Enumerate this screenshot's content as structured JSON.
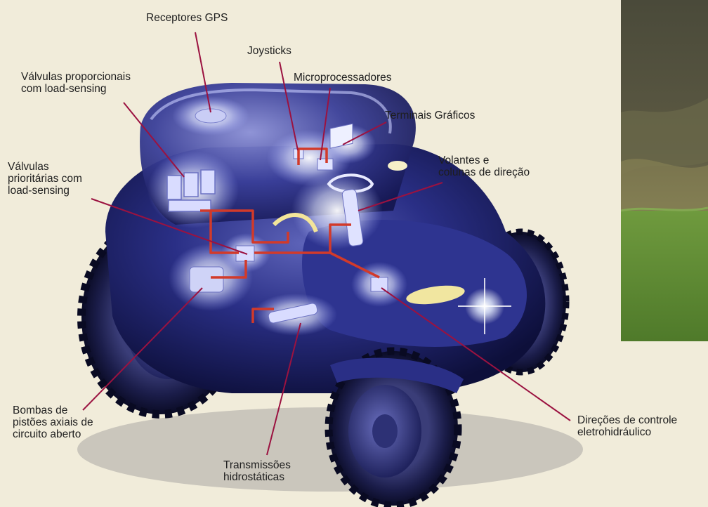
{
  "colors": {
    "background": "#f1ecda",
    "leader_line": "#9b1240",
    "tractor_body": "#1f2470",
    "hydraulic_lines": "#d23a2a",
    "glow": "#e8ecff"
  },
  "labels": {
    "gps": "Receptores GPS",
    "joysticks": "Joysticks",
    "proportional_valves": "Válvulas proporcionais\ncom load-sensing",
    "microprocessors": "Microprocessadores",
    "graphic_terminals": "Terminais Gráficos",
    "priority_valves": "Válvulas\nprioritárias com\nload-sensing",
    "steering_wheels": "Volantes e\ncolunas de direção",
    "pumps": "Bombas de\npistões axiais de\ncircuito aberto",
    "electrohydraulic_steering": "Direções de controle\neletrohidráulico",
    "hydrostatic_transmissions": "Transmissões\nhidrostáticas"
  }
}
